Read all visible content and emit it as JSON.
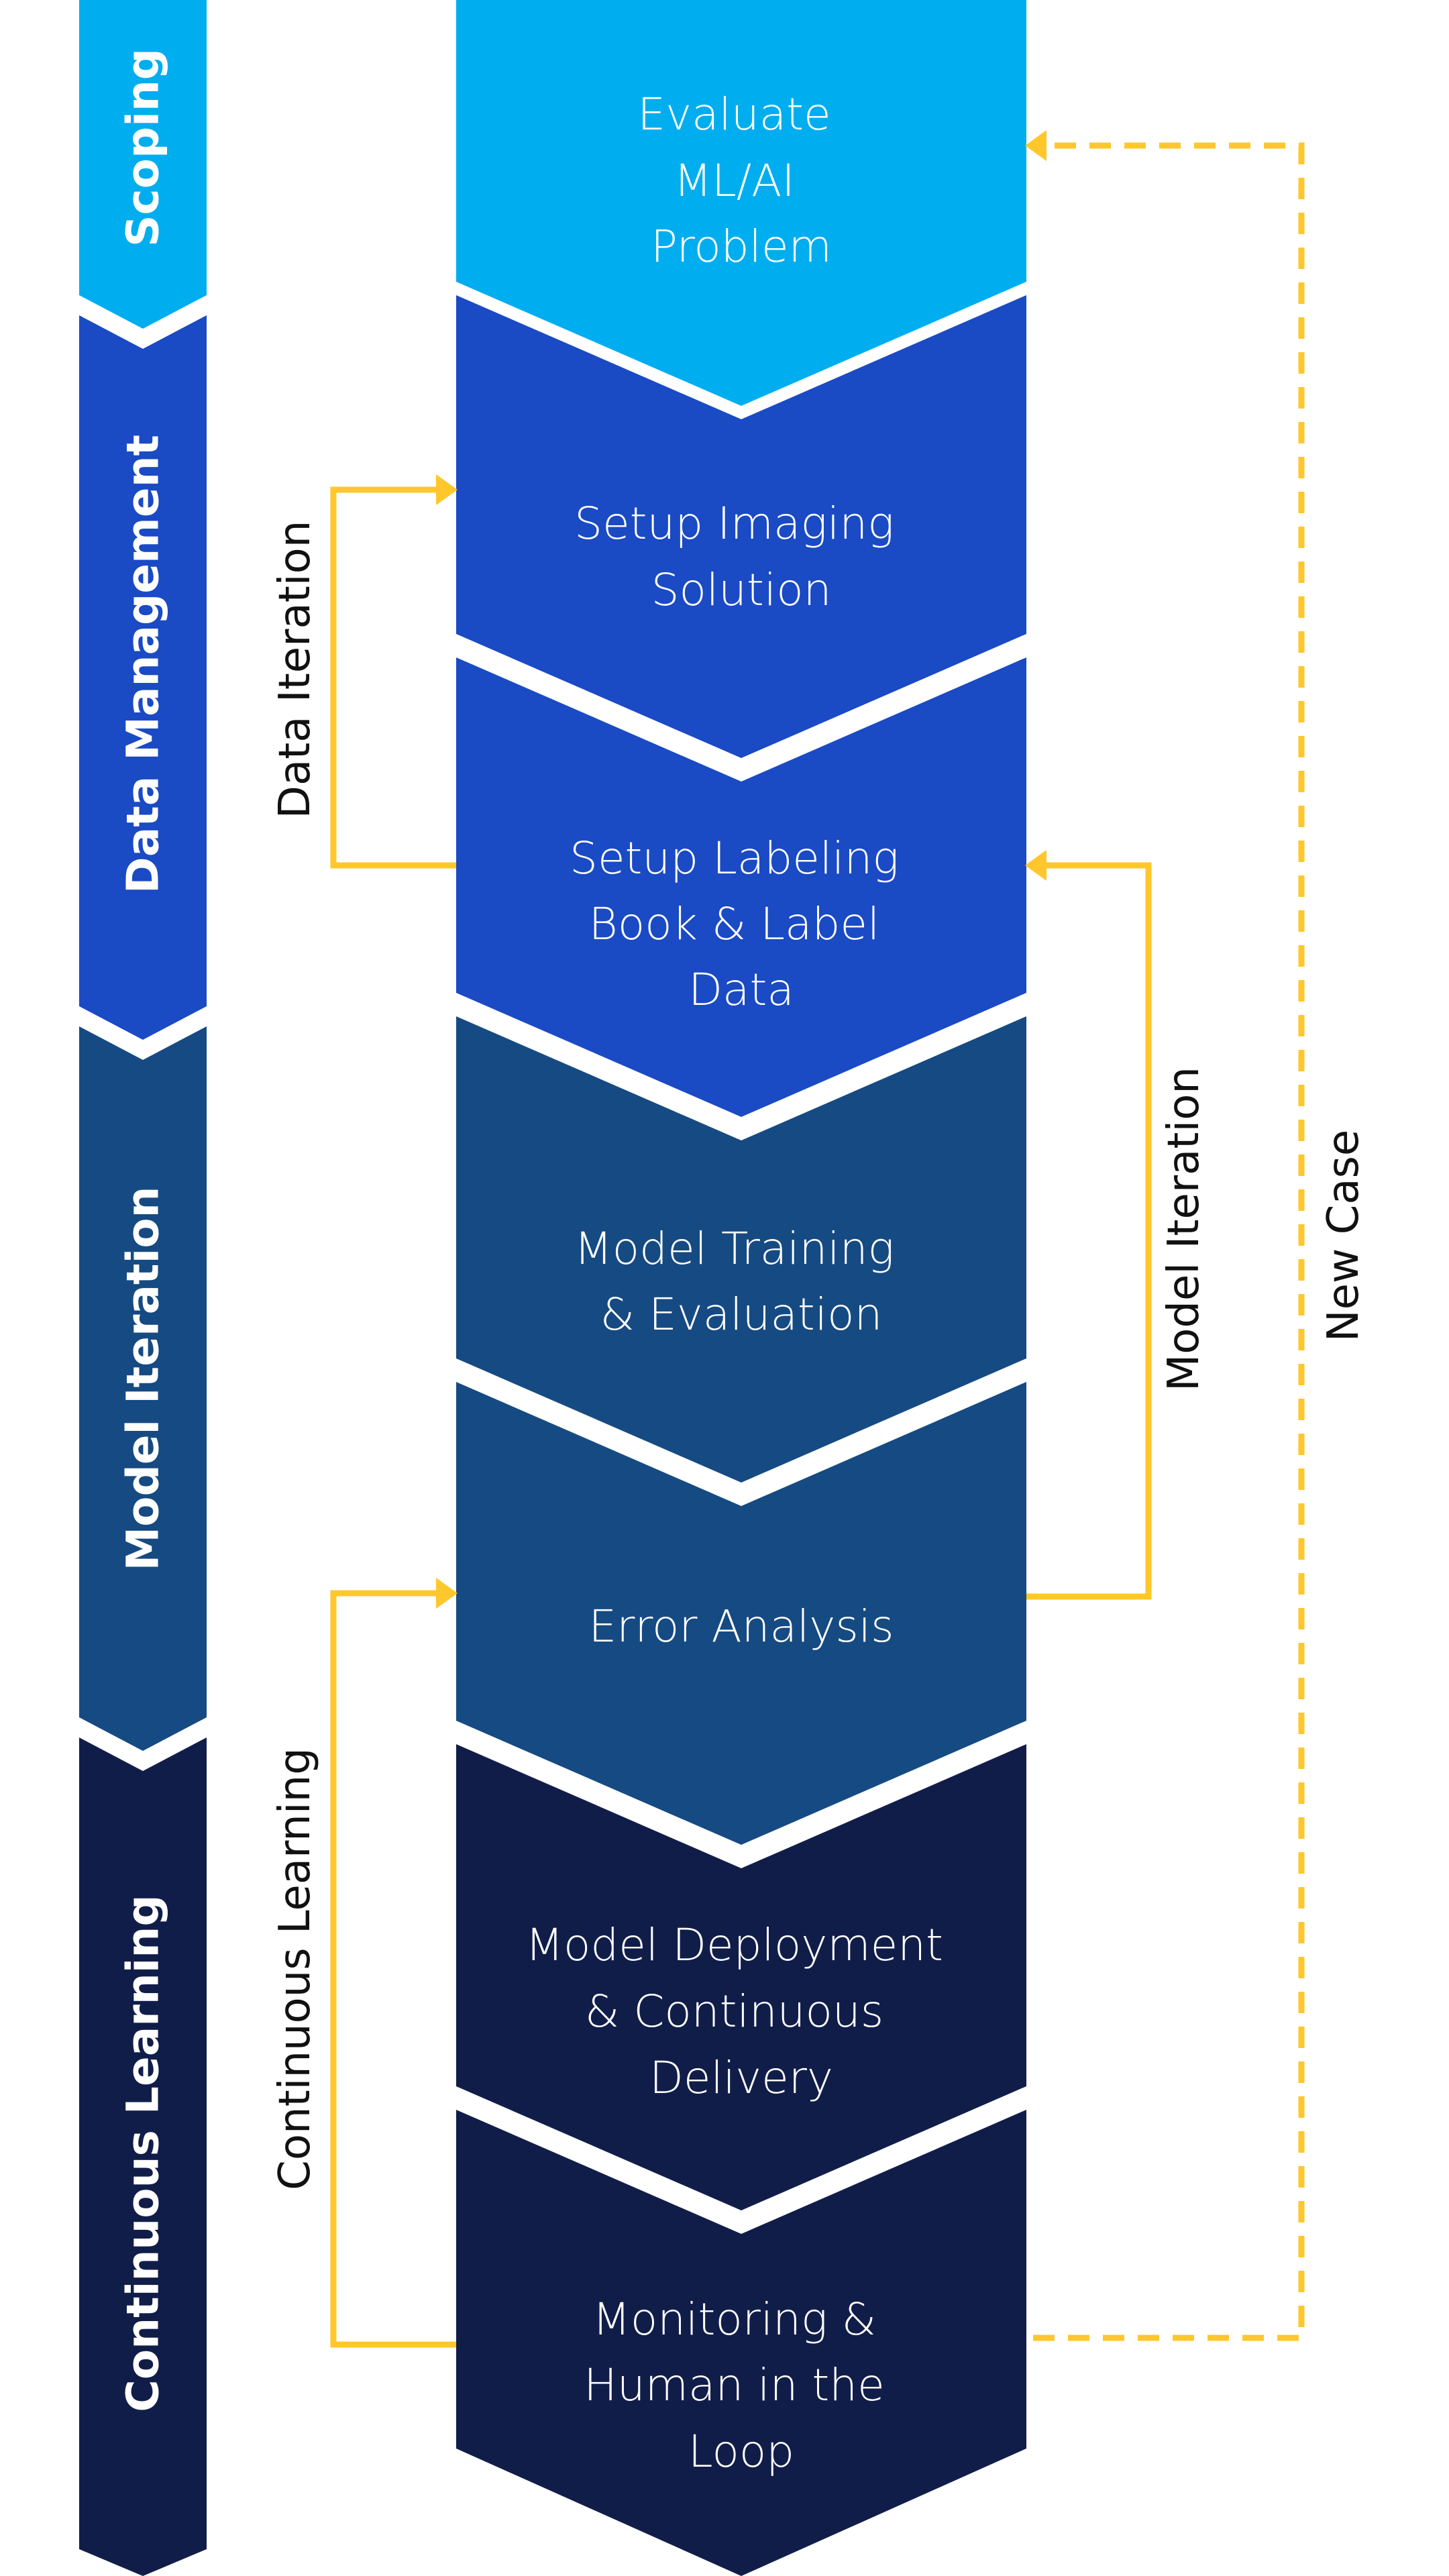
{
  "colors": {
    "scoping": "#00AEEF",
    "data_management": "#1A4AC4",
    "model_iteration": "#164A82",
    "continuous_learning": "#111D49",
    "loop": "#FFC72C",
    "separator": "#FFFFFF"
  },
  "phases": [
    {
      "label": "Scoping",
      "color_key": "scoping"
    },
    {
      "label": "Data Management",
      "color_key": "data_management"
    },
    {
      "label": "Model Iteration",
      "color_key": "model_iteration"
    },
    {
      "label": "Continuous Learning",
      "color_key": "continuous_learning"
    }
  ],
  "steps": [
    {
      "lines": [
        "Evaluate",
        "ML/AI",
        "Problem"
      ],
      "color_key": "scoping"
    },
    {
      "lines": [
        "Setup Imaging",
        "Solution"
      ],
      "color_key": "data_management"
    },
    {
      "lines": [
        "Setup Labeling",
        "Book & Label",
        "Data"
      ],
      "color_key": "data_management"
    },
    {
      "lines": [
        "Model Training",
        "& Evaluation"
      ],
      "color_key": "model_iteration"
    },
    {
      "lines": [
        "Error Analysis"
      ],
      "color_key": "model_iteration"
    },
    {
      "lines": [
        "Model Deployment",
        "& Continuous",
        "Delivery"
      ],
      "color_key": "continuous_learning"
    },
    {
      "lines": [
        "Monitoring &",
        "Human in the",
        "Loop"
      ],
      "color_key": "continuous_learning"
    }
  ],
  "loops": [
    {
      "label": "Data Iteration",
      "from_step": 2,
      "to_step": 1,
      "side": "left",
      "style": "solid"
    },
    {
      "label": "Model Iteration",
      "from_step": 4,
      "to_step": 2,
      "side": "right",
      "style": "solid"
    },
    {
      "label": "Continuous Learning",
      "from_step": 6,
      "to_step": 4,
      "side": "left",
      "style": "solid"
    },
    {
      "label": "New Case",
      "from_step": 6,
      "to_step": 0,
      "side": "right",
      "style": "dashed"
    }
  ]
}
